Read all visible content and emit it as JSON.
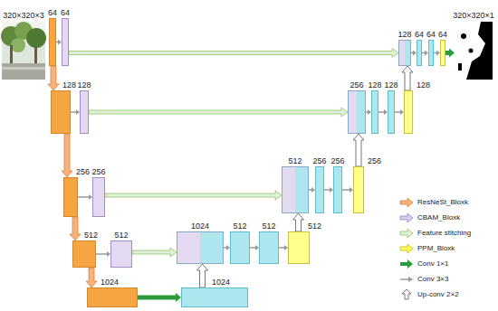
{
  "diagram": {
    "nodes": [
      {
        "text": [
          "320×320×3"
        ]
      },
      {
        "text": [
          "64"
        ]
      },
      {
        "text": [
          "64"
        ]
      },
      {
        "text": [
          "128"
        ]
      },
      {
        "text": [
          "64"
        ]
      },
      {
        "text": [
          "64"
        ]
      },
      {
        "text": [
          "64"
        ]
      },
      {
        "text": [
          "320×320×1"
        ]
      },
      {
        "text": [
          "128"
        ]
      },
      {
        "text": [
          "128"
        ]
      },
      {
        "text": [
          "256"
        ]
      },
      {
        "text": [
          "128"
        ]
      },
      {
        "text": [
          "128"
        ]
      },
      {
        "text": [
          "128"
        ]
      },
      {
        "text": [
          "256"
        ]
      },
      {
        "text": [
          "256"
        ]
      },
      {
        "text": [
          "512"
        ]
      },
      {
        "text": [
          "256"
        ]
      },
      {
        "text": [
          "256"
        ]
      },
      {
        "text": [
          "256"
        ]
      },
      {
        "text": [
          "512"
        ]
      },
      {
        "text": [
          "512"
        ]
      },
      {
        "text": [
          "1024"
        ]
      },
      {
        "text": [
          "512"
        ]
      },
      {
        "text": [
          "512"
        ]
      },
      {
        "text": [
          "512"
        ]
      },
      {
        "text": [
          "1024"
        ]
      },
      {
        "text": [
          "1024"
        ]
      }
    ],
    "edges": [
      {
        "from": 1,
        "to": 2,
        "arrow": "to"
      },
      {
        "from": 2,
        "to": 3,
        "arrow": "to"
      },
      {
        "from": 3,
        "to": 4,
        "arrow": "to"
      },
      {
        "from": 4,
        "to": 5,
        "arrow": "to"
      },
      {
        "from": 5,
        "to": 6,
        "arrow": "to"
      },
      {
        "from": 6,
        "to": 7,
        "arrow": "to"
      },
      {
        "from": 1,
        "to": 8,
        "arrow": "to"
      },
      {
        "from": 8,
        "to": 9,
        "arrow": "to"
      },
      {
        "from": 9,
        "to": 10,
        "arrow": "to"
      },
      {
        "from": 10,
        "to": 11,
        "arrow": "to"
      },
      {
        "from": 11,
        "to": 12,
        "arrow": "to"
      },
      {
        "from": 12,
        "to": 13,
        "arrow": "to"
      },
      {
        "from": 13,
        "to": 3,
        "arrow": "to"
      },
      {
        "from": 8,
        "to": 14,
        "arrow": "to"
      },
      {
        "from": 14,
        "to": 15,
        "arrow": "to"
      },
      {
        "from": 15,
        "to": 16,
        "arrow": "to"
      },
      {
        "from": 16,
        "to": 17,
        "arrow": "to"
      },
      {
        "from": 17,
        "to": 18,
        "arrow": "to"
      },
      {
        "from": 18,
        "to": 19,
        "arrow": "to"
      },
      {
        "from": 19,
        "to": 10,
        "arrow": "to"
      },
      {
        "from": 14,
        "to": 20,
        "arrow": "to"
      },
      {
        "from": 20,
        "to": 21,
        "arrow": "to"
      },
      {
        "from": 21,
        "to": 22,
        "arrow": "to"
      },
      {
        "from": 22,
        "to": 23,
        "arrow": "to"
      },
      {
        "from": 23,
        "to": 24,
        "arrow": "to"
      },
      {
        "from": 24,
        "to": 25,
        "arrow": "to"
      },
      {
        "from": 25,
        "to": 16,
        "arrow": "to"
      },
      {
        "from": 20,
        "to": 26,
        "arrow": "to"
      },
      {
        "from": 26,
        "to": 27,
        "arrow": "to"
      },
      {
        "from": 27,
        "to": 22,
        "arrow": "to"
      }
    ],
    "legend": [
      {
        "text": "ResNeSt_Bloxk"
      },
      {
        "text": "CBAM_Bloxk"
      },
      {
        "text": "Feature stitching"
      },
      {
        "text": "PPM_Bloxk"
      },
      {
        "text": "Conv 1×1"
      },
      {
        "text": "Conv 3×3"
      },
      {
        "text": "Up-conv 2×2"
      }
    ]
  }
}
